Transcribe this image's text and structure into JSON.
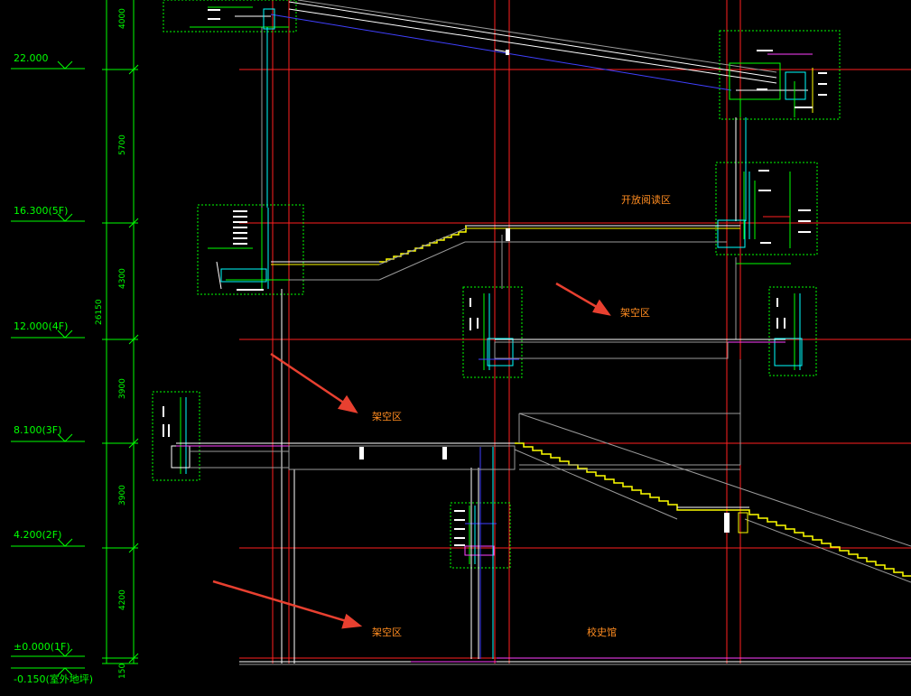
{
  "drawing": {
    "levels": [
      {
        "label": "22.000"
      },
      {
        "label": "16.300(5F)"
      },
      {
        "label": "12.000(4F)"
      },
      {
        "label": "8.100(3F)"
      },
      {
        "label": "4.200(2F)"
      },
      {
        "label": "±0.000(1F)"
      },
      {
        "label": "-0.150(室外地坪)"
      }
    ],
    "dimensions": [
      {
        "label": "4000"
      },
      {
        "label": "5700"
      },
      {
        "label": "4300"
      },
      {
        "label": "3900"
      },
      {
        "label": "3900"
      },
      {
        "label": "4200"
      },
      {
        "label": "150"
      }
    ],
    "total_dimension": "26150",
    "zones": [
      {
        "label": "开放阅读区"
      },
      {
        "label": "架空区"
      },
      {
        "label": "架空区"
      },
      {
        "label": "架空区"
      },
      {
        "label": "校史馆"
      }
    ],
    "colors": {
      "background": "#000000",
      "grid_red": "#ff2020",
      "green": "#00ff00",
      "cyan": "#00ffff",
      "white": "#ffffff",
      "yellow": "#ffff00",
      "blue": "#4040ff",
      "magenta": "#ff40ff",
      "zone_text": "#ff8c20",
      "arrow": "#e84030",
      "gray": "#9a9a9a"
    }
  }
}
